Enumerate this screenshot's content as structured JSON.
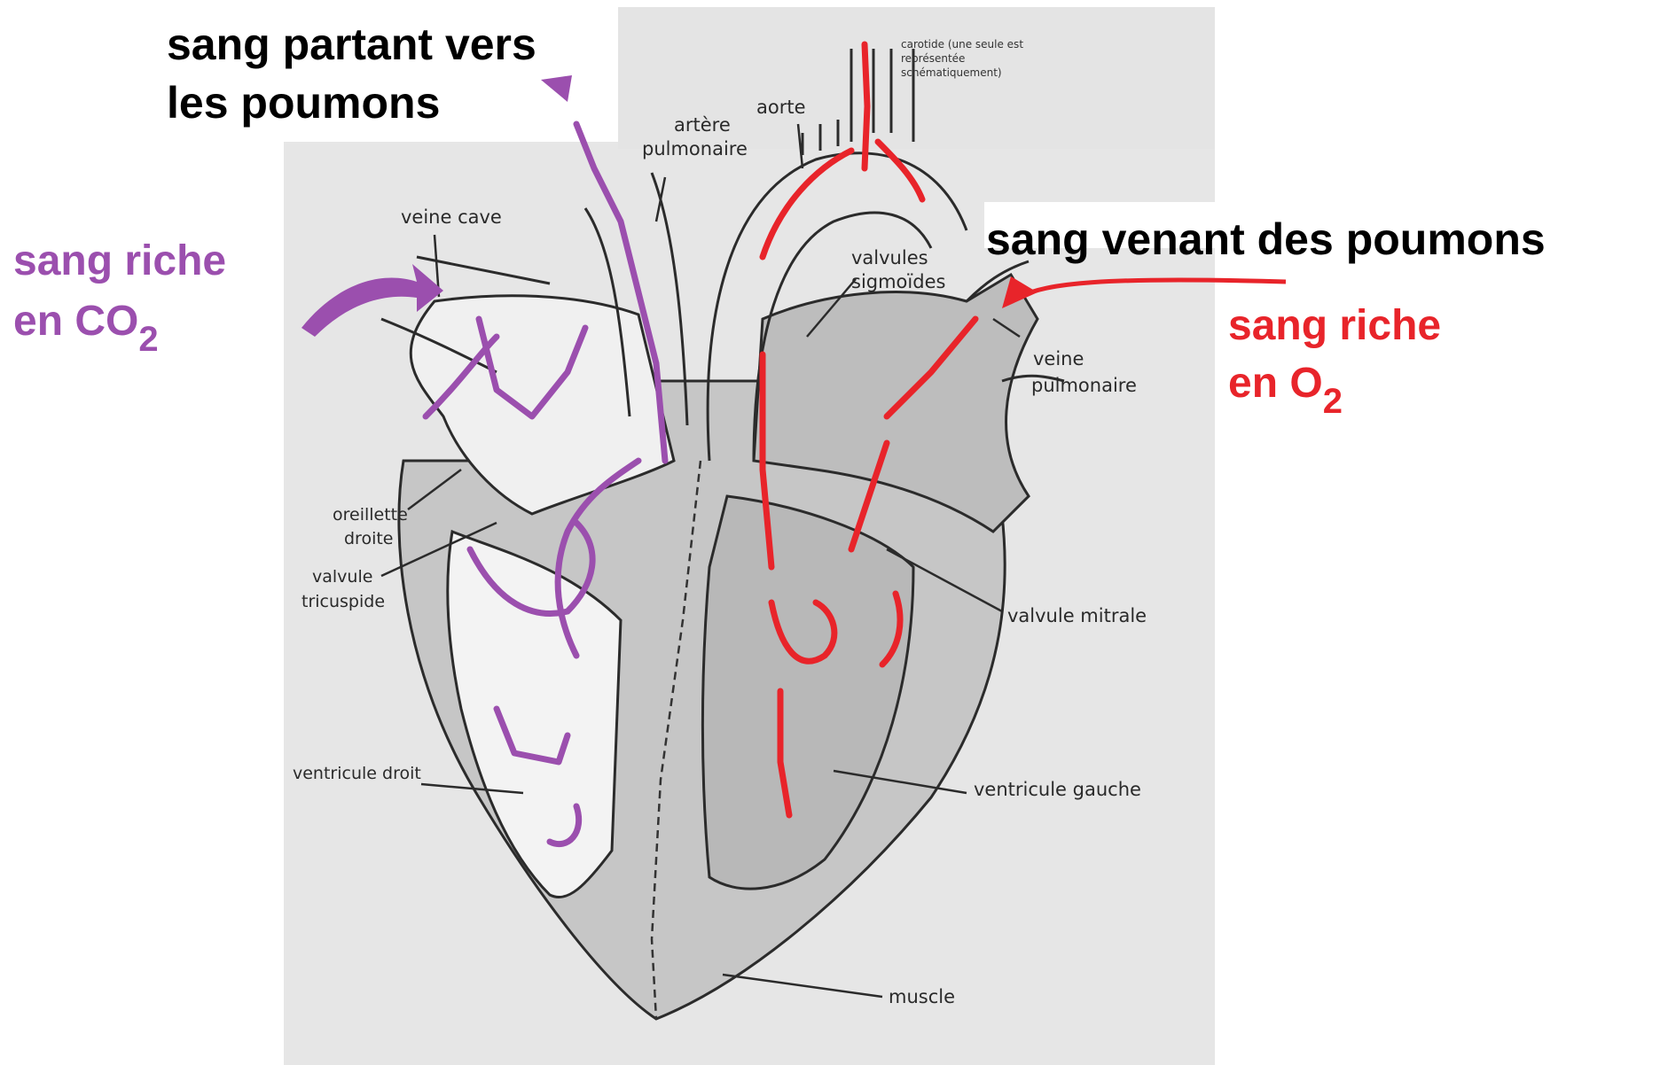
{
  "labels": {
    "veine_cave": "veine cave",
    "artere": "artère",
    "pulmonaire": "pulmonaire",
    "aorte": "aorte",
    "carotide_1": "carotide (une seule est",
    "carotide_2": "représentée",
    "carotide_3": "schématiquement)",
    "valvules": "valvules",
    "sigmoides": "sigmoïdes",
    "veine": "veine",
    "pulmonaire_2": "pulmonaire",
    "oreillette": "oreillette",
    "droite": "droite",
    "valvule": "valvule",
    "tricuspide": "tricuspide",
    "valvule_mitrale": "valvule mitrale",
    "ventricule_droit": "ventricule droit",
    "ventricule_gauche": "ventricule gauche",
    "muscle": "muscle"
  },
  "annotations": {
    "partant_1": "sang partant vers",
    "partant_2": "les poumons",
    "venant": "sang venant des poumons",
    "riche": "sang riche",
    "co2_prefix": "en CO",
    "co2_sub": "2",
    "o2_prefix": "en O",
    "o2_sub": "2"
  },
  "colors": {
    "deoxygenated": "#9b4fae",
    "oxygenated": "#e8242a",
    "paper": "#e6e6e6"
  }
}
